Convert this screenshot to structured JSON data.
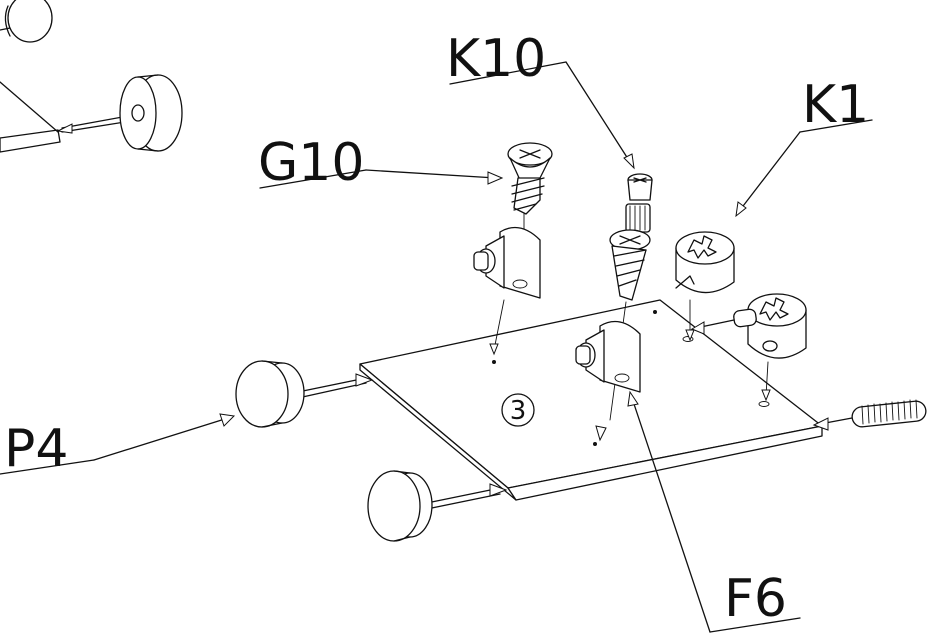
{
  "labels": {
    "k10": "K10",
    "k1": "K1",
    "g10": "G10",
    "p4": "P4",
    "f6": "F6"
  },
  "panel_mark": "3",
  "colors": {
    "line": "#111111",
    "background": "#ffffff"
  }
}
